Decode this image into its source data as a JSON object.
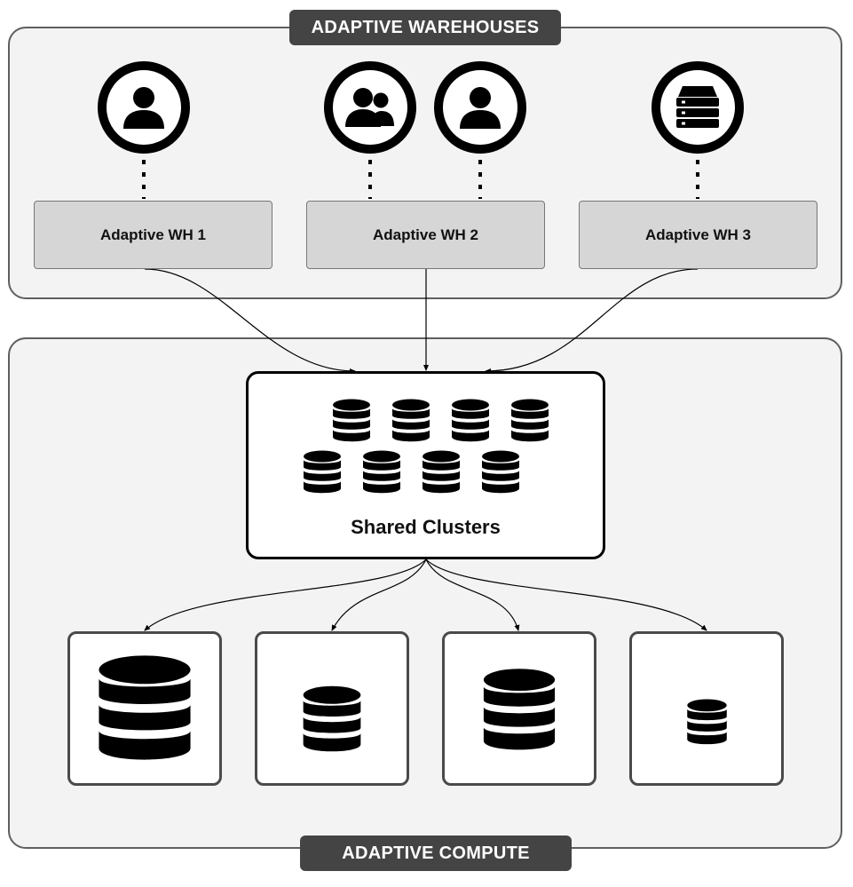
{
  "top_panel": {
    "title": "ADAPTIVE WAREHOUSES"
  },
  "warehouses": [
    {
      "label": "Adaptive WH 1"
    },
    {
      "label": "Adaptive WH 2"
    },
    {
      "label": "Adaptive WH 3"
    }
  ],
  "users": [
    {
      "icon": "user-icon"
    },
    {
      "icon": "users-group-icon"
    },
    {
      "icon": "user-icon"
    },
    {
      "icon": "server-icon"
    }
  ],
  "shared": {
    "label": "Shared Clusters",
    "cluster_count": 8,
    "cluster_icon": "database-icon"
  },
  "clusters": [
    {
      "icon": "database-icon",
      "size": "large"
    },
    {
      "icon": "database-icon",
      "size": "small"
    },
    {
      "icon": "database-icon",
      "size": "medium"
    },
    {
      "icon": "database-icon",
      "size": "extra-small"
    }
  ],
  "bottom_panel": {
    "title": "ADAPTIVE COMPUTE"
  },
  "colors": {
    "panel_bg": "#f3f3f3",
    "tag_bg": "#444444",
    "wh_box_bg": "#d6d6d6",
    "icon": "#000000"
  }
}
